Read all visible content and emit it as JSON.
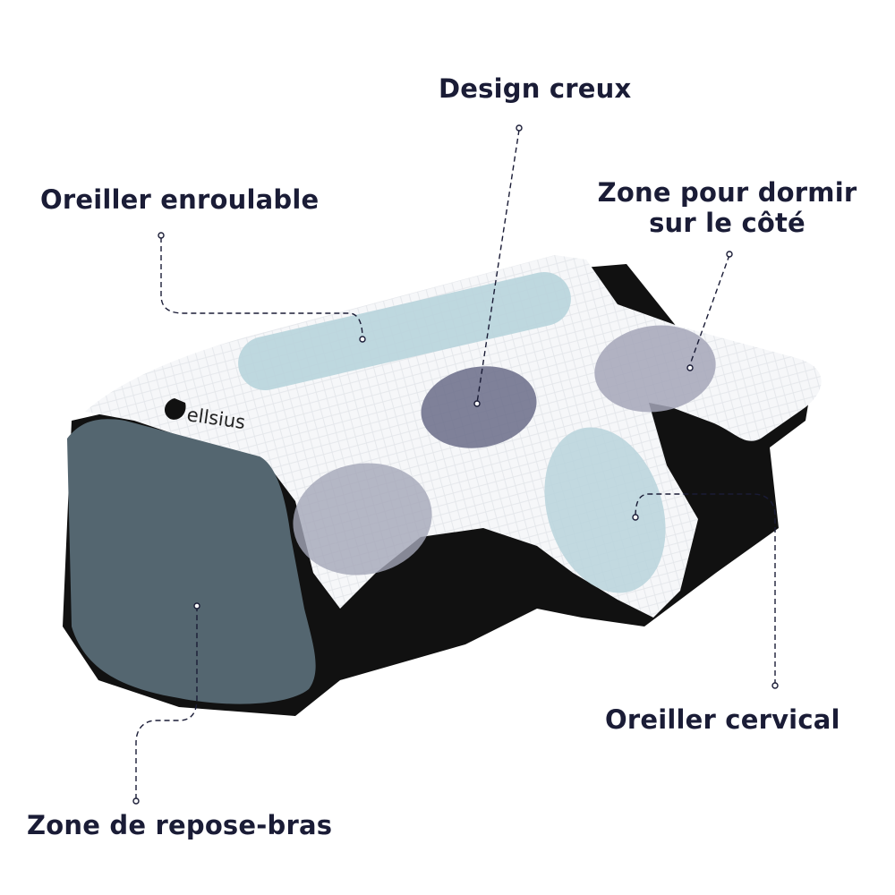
{
  "brand": {
    "logo_text": "ellsius",
    "logo_icon": "seed-leaf-icon"
  },
  "colors": {
    "label_text": "#1a1c36",
    "pillow_white": "#f6f7f9",
    "pillow_black": "#111111",
    "armrest_slate": "#546670",
    "zone_light_blue": "#b8d4dc",
    "zone_gray_violet": "#a4a6b8",
    "zone_dark_violet": "#6a6c88"
  },
  "callouts": [
    {
      "id": "design-creux",
      "text": "Design creux"
    },
    {
      "id": "oreiller-enroulable",
      "text": "Oreiller enroulable"
    },
    {
      "id": "zone-cote",
      "lines": [
        "Zone pour dormir",
        "sur le côté"
      ]
    },
    {
      "id": "oreiller-cervical",
      "text": "Oreiller cervical"
    },
    {
      "id": "zone-repose-bras",
      "text": "Zone de repose-bras"
    }
  ]
}
